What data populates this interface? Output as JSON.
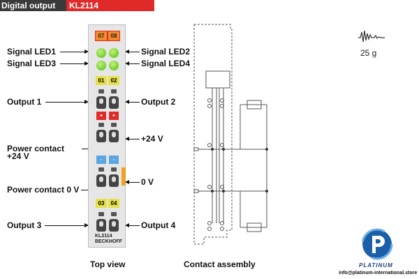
{
  "header": {
    "left": "Digital output",
    "right": "KL2114"
  },
  "terminal": {
    "top_labels": [
      "07",
      "08"
    ],
    "mid_labels": [
      "01",
      "02"
    ],
    "lower_labels": [
      "03",
      "04"
    ],
    "minus_labels": [
      "-",
      "-"
    ],
    "plus_labels": [
      "+",
      "+"
    ],
    "model": "KL2114",
    "maker": "BECKHOFF",
    "led_color": "#6fcf2b",
    "red_color": "#e02a2a",
    "yellow_color": "#e6e04a",
    "blue_color": "#5aa6e0",
    "orange_color": "#f0a020"
  },
  "labels": {
    "signal_led1": "Signal LED1",
    "signal_led2": "Signal LED2",
    "signal_led3": "Signal LED3",
    "signal_led4": "Signal LED4",
    "output1": "Output 1",
    "output2": "Output 2",
    "plus24v": "+24 V",
    "power_contact_24v_1": "Power contact",
    "power_contact_24v_2": "+24 V",
    "zero_v": "0 V",
    "power_contact_0v": "Power contact 0 V",
    "output3": "Output 3",
    "output4": "Output 4"
  },
  "captions": {
    "top_view": "Top view",
    "contact_assembly": "Contact assembly"
  },
  "weight": "25 g",
  "brand": {
    "name": "PLATINUM",
    "email": "info@platinum-international.store",
    "color": "#1b5fa8"
  }
}
